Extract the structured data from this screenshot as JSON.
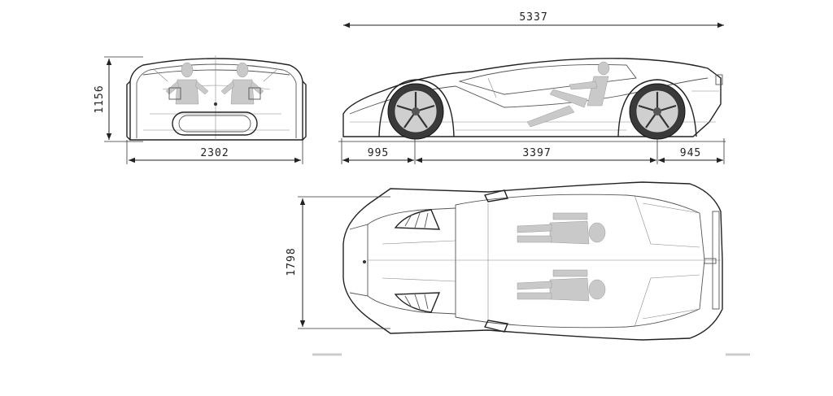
{
  "dimensions": {
    "overall_length": "5337",
    "height": "1156",
    "width_front": "2302",
    "front_overhang": "995",
    "wheelbase": "3397",
    "rear_overhang": "945",
    "width_top": "1798"
  }
}
